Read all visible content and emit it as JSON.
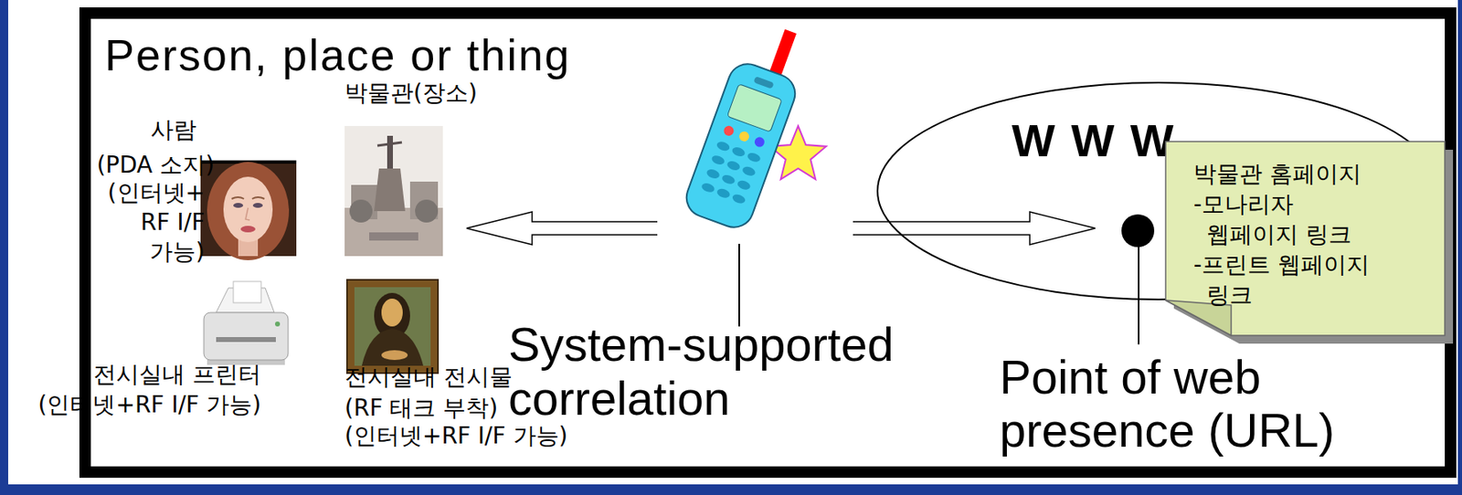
{
  "diagram": {
    "title": "Person, place or thing",
    "nodes": [
      {
        "text": [
          "W W W"
        ]
      },
      {
        "text": [
          "박물관 홈페이지",
          "-모나리자 웹페이지 링크",
          "-프린트 웹페이지 링크"
        ]
      }
    ],
    "labels": [
      "박물관(장소)",
      "사람",
      "(PDA 소지)",
      "(인터넷+ RF I/F 가능)",
      "전시실내 프린터",
      "(인터넷+RF I/F 가능)",
      "전시실내 전시물",
      "(RF 태크 부착)",
      "(인터넷+RF I/F 가능)",
      "System-supported correlation",
      "Point of web presence (URL)"
    ]
  }
}
